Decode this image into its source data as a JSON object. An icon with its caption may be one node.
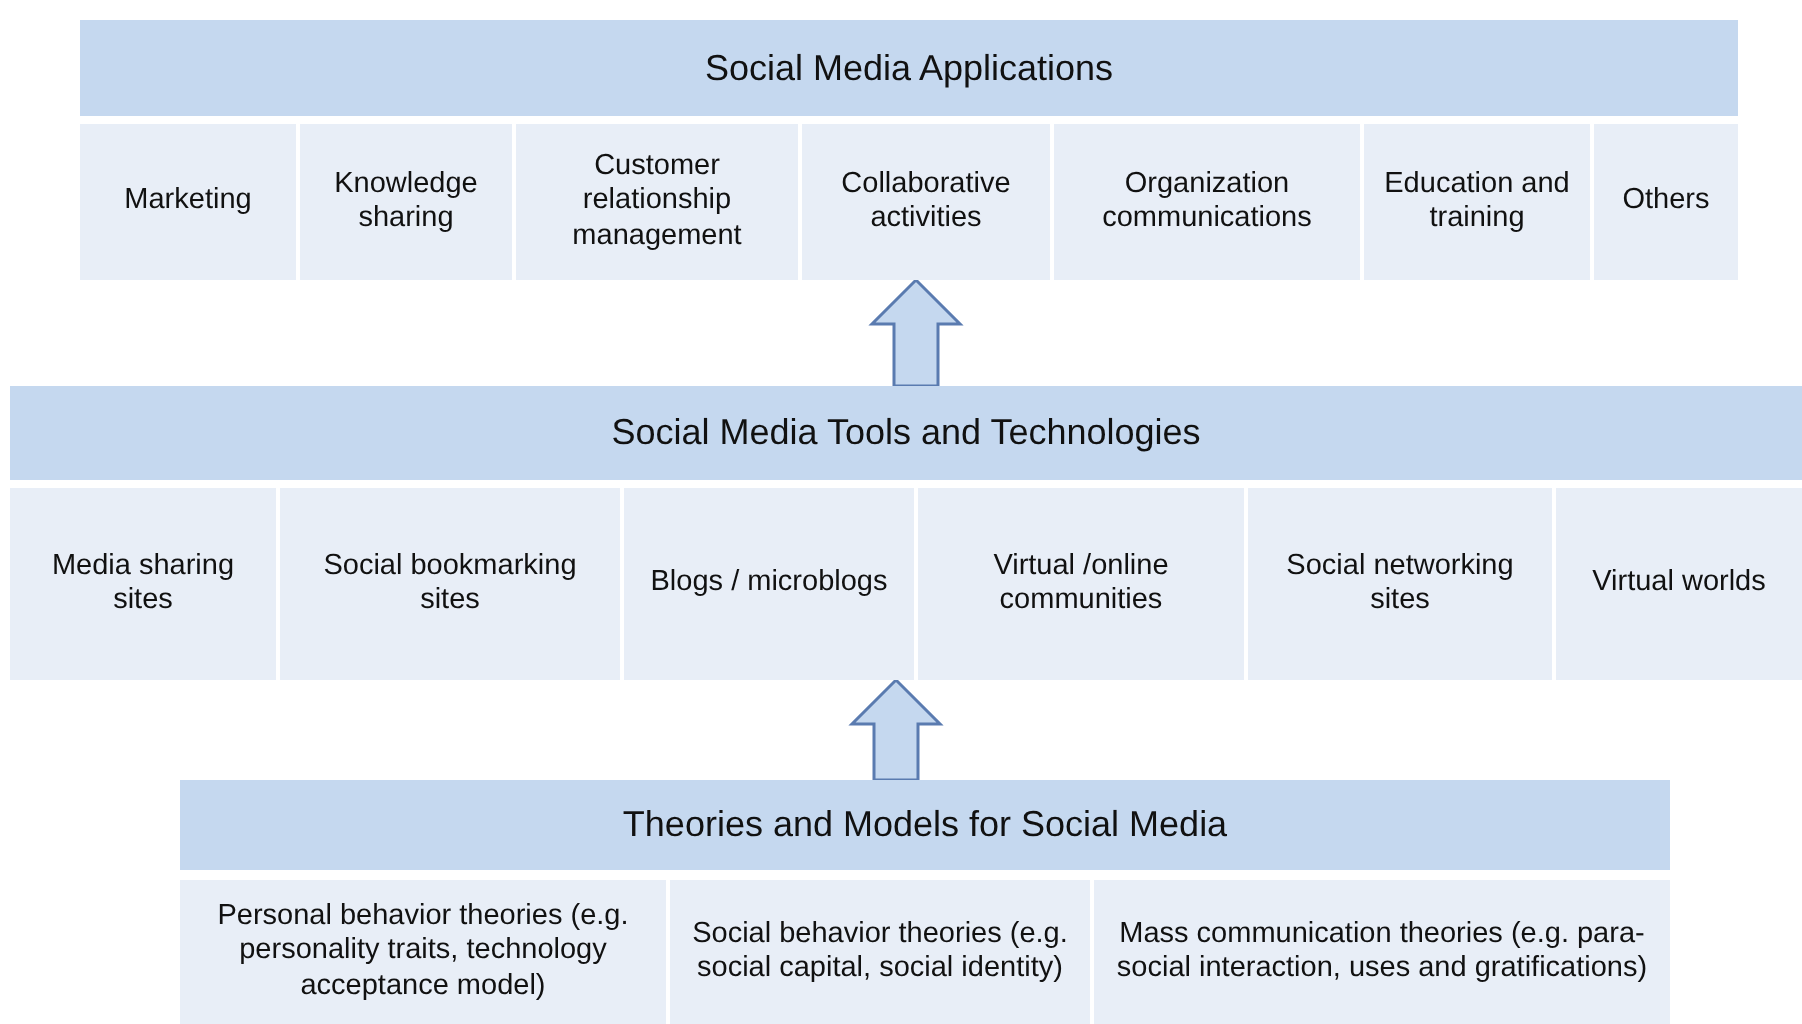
{
  "diagram": {
    "nodes": [
      {
        "text": [
          "Social Media Applications"
        ]
      },
      {
        "text": [
          "Marketing"
        ],
        "in": 0
      },
      {
        "text": [
          "Knowledge sharing"
        ],
        "in": 0
      },
      {
        "text": [
          "Customer relationship management"
        ],
        "in": 0
      },
      {
        "text": [
          "Collaborative activities"
        ],
        "in": 0
      },
      {
        "text": [
          "Organization communications"
        ],
        "in": 0
      },
      {
        "text": [
          "Education and training"
        ],
        "in": 0
      },
      {
        "text": [
          "Others"
        ],
        "in": 0
      },
      {
        "text": [
          "Social Media Tools and Technologies"
        ]
      },
      {
        "text": [
          "Media sharing sites"
        ],
        "in": 8
      },
      {
        "text": [
          "Social bookmarking sites"
        ],
        "in": 8
      },
      {
        "text": [
          "Blogs / microblogs"
        ],
        "in": 8
      },
      {
        "text": [
          "Virtual /online communities"
        ],
        "in": 8
      },
      {
        "text": [
          "Social networking sites"
        ],
        "in": 8
      },
      {
        "text": [
          "Virtual worlds"
        ],
        "in": 8
      },
      {
        "text": [
          "Theories and Models for Social Media"
        ]
      },
      {
        "text": [
          "Personal behavior theories (e.g. personality traits, technology acceptance model)"
        ],
        "in": 15
      },
      {
        "text": [
          "Social behavior theories (e.g. social capital, social identity)"
        ],
        "in": 15
      },
      {
        "text": [
          "Mass communication theories (e.g. para-social interaction, uses and gratifications)"
        ],
        "in": 15
      }
    ],
    "edges": [
      {
        "from": 8,
        "to": 0,
        "arrow": "to"
      },
      {
        "from": 15,
        "to": 8,
        "arrow": "to"
      }
    ]
  }
}
